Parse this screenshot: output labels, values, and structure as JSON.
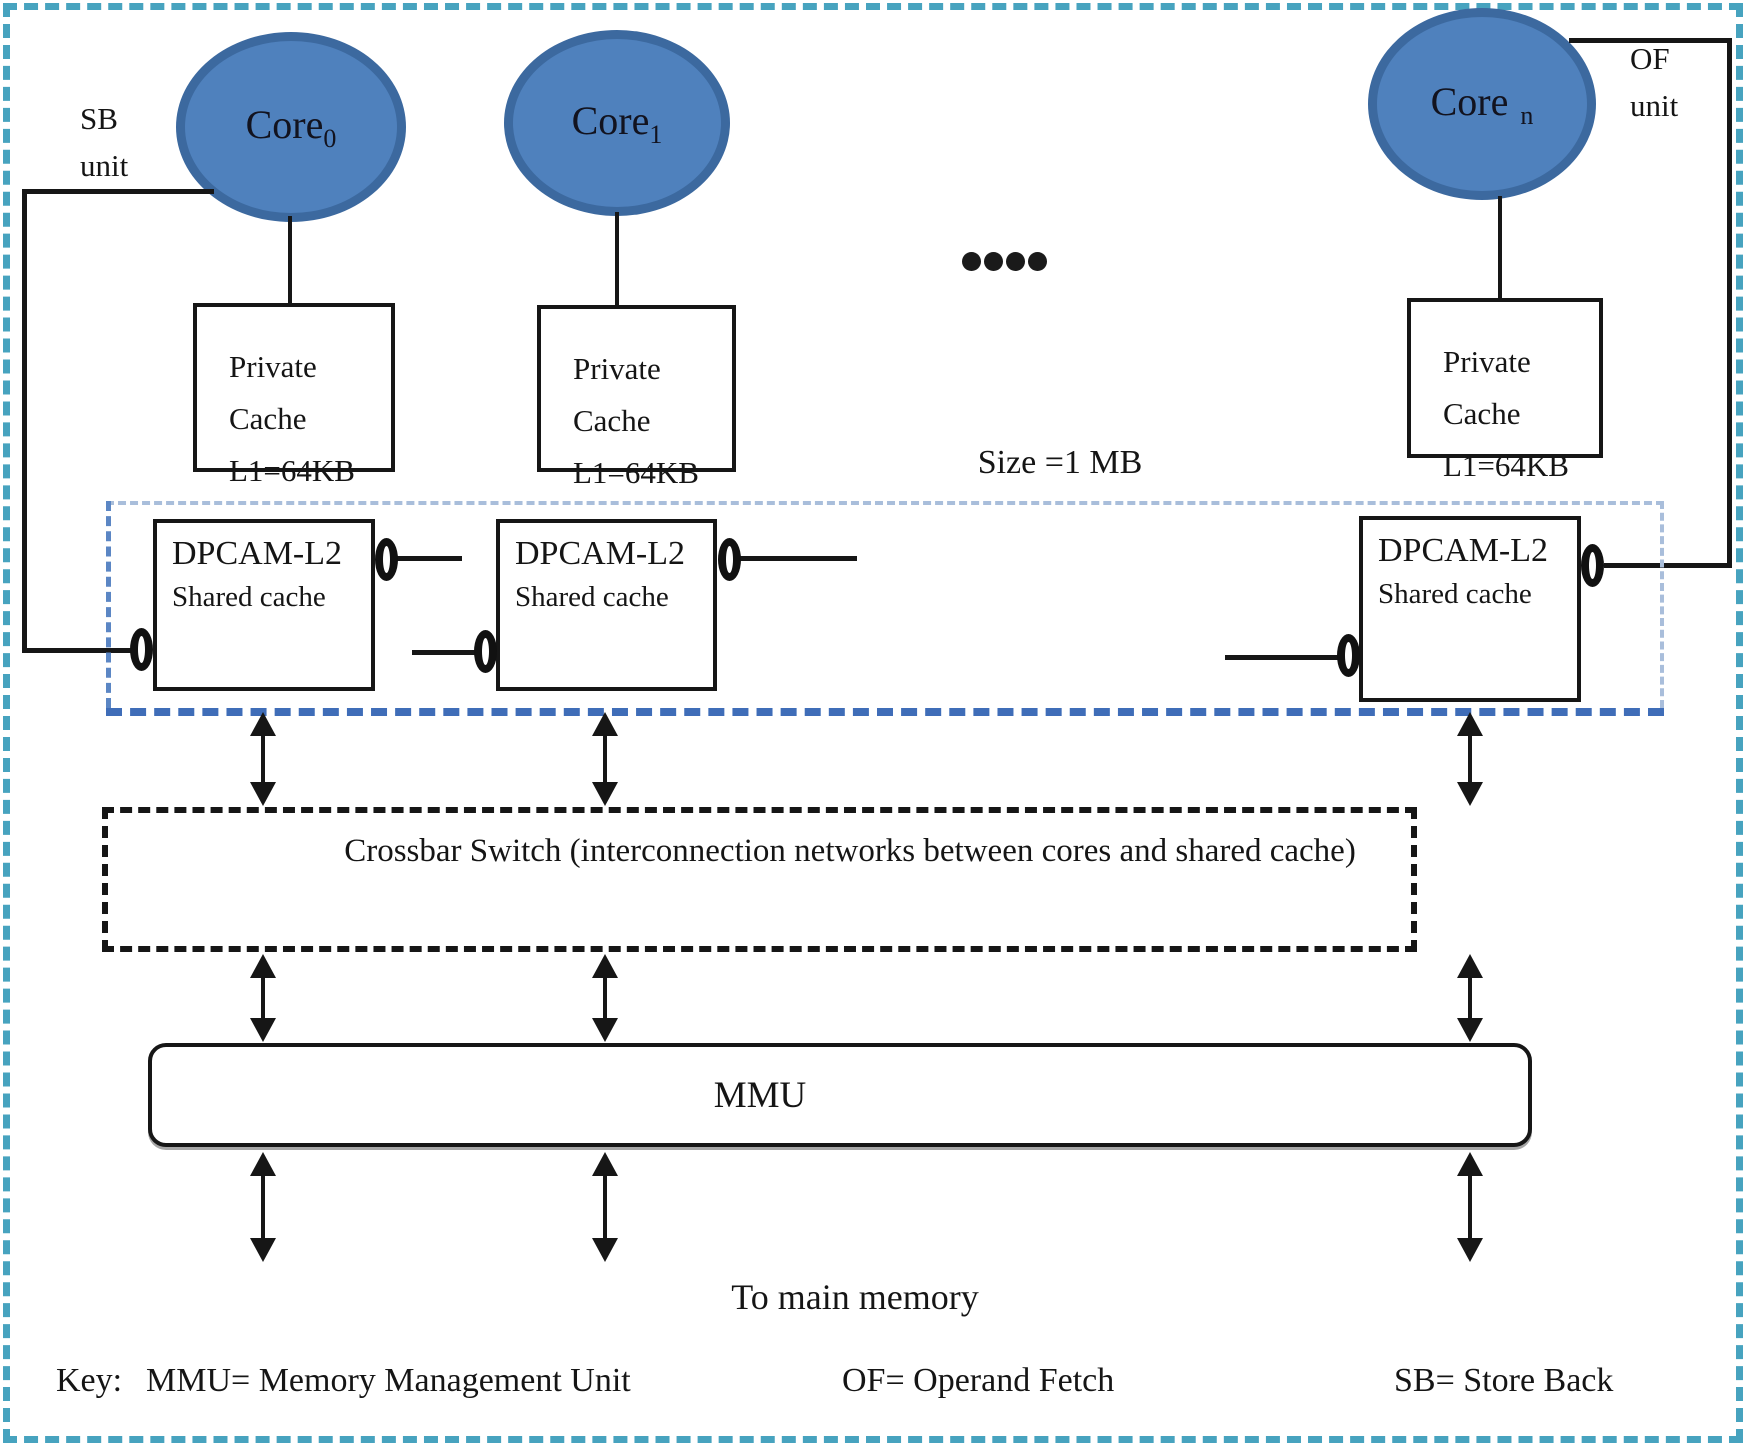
{
  "title": "Multicore architecture with DPCAM-L2 shared cache",
  "colors": {
    "core_fill": "#4f81bd",
    "core_stroke": "#3c699f",
    "outer_border": "#47a3bf",
    "region_border_light": "#a9bedb",
    "region_border_left": "#5b86c4",
    "region_border_bottom": "#3f6db8",
    "line": "#161616"
  },
  "cores": [
    {
      "name": "Core",
      "sub": "0"
    },
    {
      "name": "Core",
      "sub": "1"
    },
    {
      "name": "Core",
      "sub": "n"
    }
  ],
  "side_units": {
    "sb_line1": "SB",
    "sb_line2": "unit",
    "of_line1": "OF",
    "of_line2": "unit"
  },
  "private_cache": {
    "line1": "Private",
    "line2": "Cache",
    "line3": "L1=64KB"
  },
  "shared_cache": {
    "title": "DPCAM-L2",
    "subtitle": "Shared cache",
    "size_label": "Size =1 MB"
  },
  "crossbar": {
    "label": "Crossbar Switch (interconnection networks between cores and shared cache)"
  },
  "mmu": {
    "label": "MMU"
  },
  "memory": {
    "label": "To main memory"
  },
  "key": {
    "prefix": "Key:",
    "mmu": "MMU= Memory Management Unit",
    "of": "OF= Operand Fetch",
    "sb": "SB= Store Back"
  }
}
